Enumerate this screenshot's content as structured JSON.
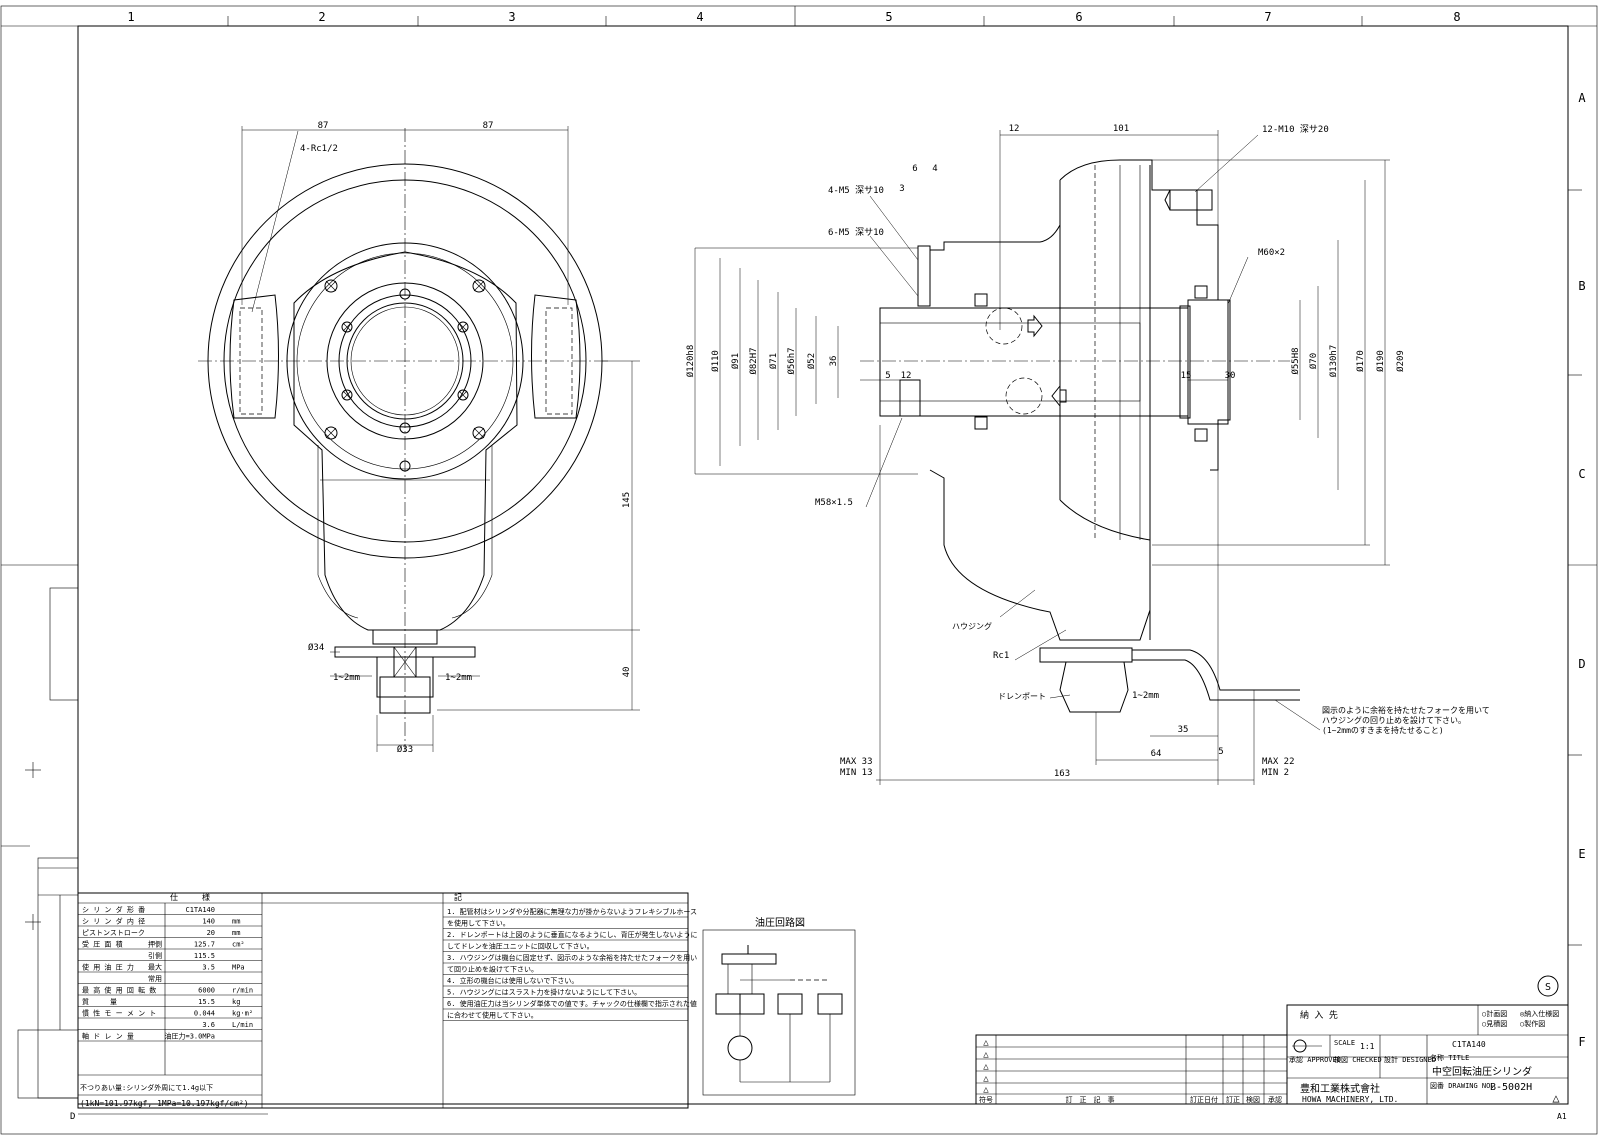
{
  "frame": {
    "columns": [
      "1",
      "2",
      "3",
      "4",
      "5",
      "6",
      "7",
      "8"
    ],
    "rows": [
      "A",
      "B",
      "C",
      "D",
      "E",
      "F"
    ],
    "corner_mark": "D",
    "sheet_size": "A1"
  },
  "front_view": {
    "dims": {
      "half_width_left": "87",
      "half_width_right": "87",
      "port_note": "4-Rc1/2",
      "height": "145",
      "lower_height": "40",
      "pin_dia": "Ø34",
      "pin_dia_lower": "Ø33",
      "gap_left": "1~2mm",
      "gap_right": "1~2mm"
    }
  },
  "side_view": {
    "dims": {
      "top_12": "12",
      "top_101": "101",
      "tap_note": "12-M10 深サ20",
      "d6": "6",
      "d4": "4",
      "d3": "3",
      "m5_a": "4-M5 深サ10",
      "m5_b": "6-M5 深サ10",
      "m60": "M60×2",
      "dia_120": "Ø120h8",
      "dia_110": "Ø110",
      "dia_91": "Ø91",
      "dia_82": "Ø82H7",
      "dia_71": "Ø71",
      "dia_56": "Ø56h7",
      "dia_52": "Ø52",
      "dia_36": "36",
      "d5": "5",
      "d12": "12",
      "d15": "15",
      "d30": "30",
      "dia_55": "Ø55H8",
      "dia_70": "Ø70",
      "dia_130": "Ø130h7",
      "dia_170": "Ø170",
      "dia_190": "Ø190",
      "dia_209": "Ø209",
      "m58": "M58×1.5",
      "housing": "ハウジング",
      "rc1": "Rc1",
      "drain": "ドレンポート",
      "gap": "1~2mm",
      "d35": "35",
      "d64": "64",
      "d5b": "5",
      "d163": "163",
      "max_left": "MAX 33",
      "min_left": "MIN 13",
      "max_right": "MAX 22",
      "min_right": "MIN  2",
      "note_lines": [
        "図示のように余裕を持たせたフォークを用いて",
        "ハウジングの回り止めを設けて下さい。",
        "(1~2mmのすきまを持たせること)"
      ]
    }
  },
  "spec_table": {
    "header": "仕　　　様",
    "rows": [
      {
        "label": "シ リ ン ダ 形 番",
        "sub": "",
        "value": "C1TA140",
        "unit": ""
      },
      {
        "label": "シ リ ン ダ 内 径",
        "sub": "",
        "value": "140",
        "unit": "mm"
      },
      {
        "label": "ピストンストローク",
        "sub": "",
        "value": "20",
        "unit": "mm"
      },
      {
        "label": "受 圧 面 積",
        "sub": "押側",
        "value": "125.7",
        "unit": "cm²"
      },
      {
        "label": "",
        "sub": "引側",
        "value": "115.5",
        "unit": ""
      },
      {
        "label": "使 用 油 圧 力",
        "sub": "最大",
        "value": "3.5",
        "unit": "MPa"
      },
      {
        "label": "",
        "sub": "常用",
        "value": "",
        "unit": ""
      },
      {
        "label": "最 高 使 用 回 転 数",
        "sub": "",
        "value": "6000",
        "unit": "r/min"
      },
      {
        "label": "質　　　量",
        "sub": "",
        "value": "15.5",
        "unit": "kg"
      },
      {
        "label": "慣 性 モ ー メ ン ト",
        "sub": "",
        "value": "0.044",
        "unit": "kg·m²"
      },
      {
        "label": "",
        "sub": "",
        "value": "3.6",
        "unit": "L/min"
      },
      {
        "label": "軸 ド レ ン 量",
        "sub": "",
        "value": "油圧力=3.0MPa",
        "unit": ""
      }
    ],
    "leak_note": "不つりあい量:シリンダ外周にて1.4g以下",
    "conversion": "(1kN=101.97kgf, 1MPa=10.197kgf/cm²)"
  },
  "notes": {
    "header": "記",
    "items": [
      "1. 配管材はシリンダや分配器に無理な力が掛からないようフレキシブルホース",
      "   を使用して下さい。",
      "2. ドレンポートは上図のように垂直になるようにし、背圧が発生しないように",
      "   してドレンを油圧ユニットに回収して下さい。",
      "3. ハウジングは機台に固定せず、図示のような余裕を持たせたフォークを用い",
      "   て回り止めを設けて下さい。",
      "4. 立形の機台には使用しないで下さい。",
      "5. ハウジングにはスラスト力を掛けないようにして下さい。",
      "6. 使用油圧力は当シリンダ単体での値です。チャックの仕様欄で指示された値",
      "   に合わせて使用して下さい。"
    ]
  },
  "circuit": {
    "title": "油圧回路図"
  },
  "title_block": {
    "delivery": "納 入 先",
    "opt_1": "○計画図",
    "opt_2": "◎納入仕様図",
    "opt_3": "○見積図",
    "opt_4": "○製作図",
    "scale_label": "SCALE",
    "scale": "1:1",
    "model": "C1TA140",
    "title_label": "名称 TITLE",
    "title": "中空回転油圧シリンダ",
    "company_jp": "豊和工業株式會社",
    "company_en": "HOWA MACHINERY, LTD.",
    "drawing_label": "図番 DRAWING NO.",
    "drawing_no": "B-5002H",
    "approved": "承認 APPROVED",
    "checked": "検図 CHECKED",
    "designed": "設計 DESIGNED",
    "rev_symbols": [
      "△",
      "△",
      "△",
      "△",
      "△"
    ],
    "rev_headers": [
      "符号",
      "訂　正　記　事",
      "訂正日付",
      "訂正",
      "検図",
      "承認"
    ],
    "circle_s": "S"
  }
}
